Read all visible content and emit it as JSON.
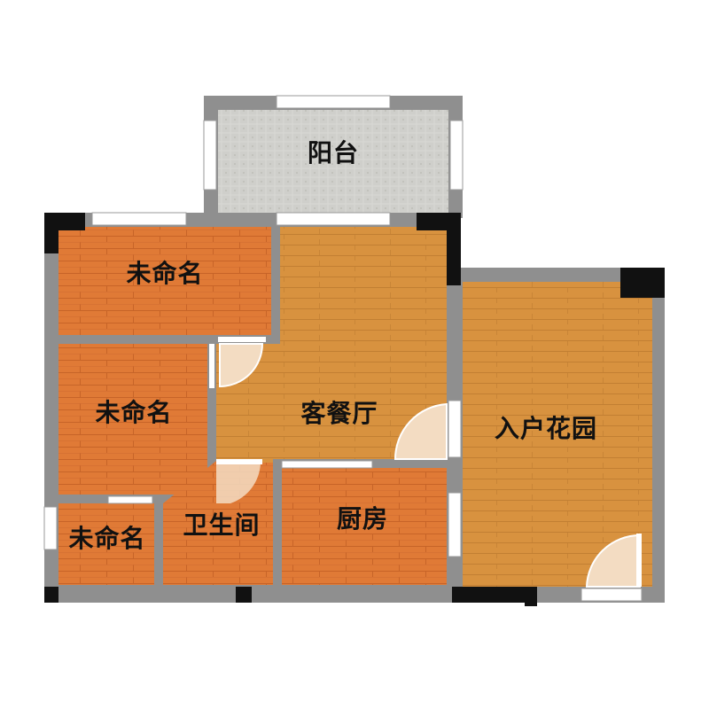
{
  "rooms": {
    "balcony": "阳台",
    "bedroom1": "未命名",
    "bedroom2": "未命名",
    "bedroom3": "未命名",
    "living": "客餐厅",
    "bathroom": "卫生间",
    "kitchen": "厨房",
    "garden": "入户花园"
  },
  "colors": {
    "wall": "#8f8f8f",
    "column": "#111111",
    "window": "#ffffff",
    "balcony_tile": "#d3d3cf",
    "floor_orange": "#e07a36",
    "floor_wood": "#d9923f",
    "door_swing": "#f3dcc2"
  }
}
